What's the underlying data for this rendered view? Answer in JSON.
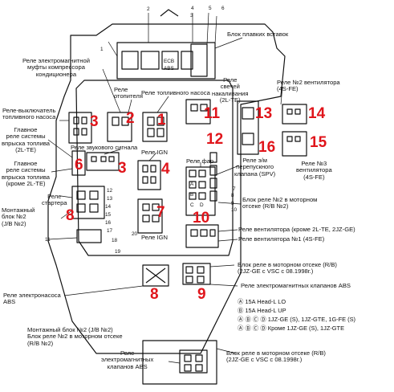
{
  "labels": {
    "fuse_block": "Блок плавких вставок",
    "compressor_clutch": "Реле электромагнитной\nмуфты компрессора\nкондиционера",
    "heater_relay": "Реле\nотопителя",
    "fuel_pump_relay": "Реле топливного насоса",
    "glow_relay": "Реле\nсвечей\nнакаливания\n(2L-TE)",
    "fan2_relay": "Реле №2 вентилятора\n(4S-FE)",
    "fuel_pump_switch": "Реле-выключатель\nтопливного насоса",
    "efi_main_2lte": "Главное\nреле системы\nвпрыска топлива\n(2L-TE)",
    "horn_relay": "Реле звукового сигнала",
    "efi_main_other": "Главное\nреле системы\nвпрыска топлива\n(кроме 2L-TE)",
    "ign_relay_top": "Реле IGN",
    "headlamp_relay": "Реле фар",
    "spv_relay": "Реле э/м\nперепускного\nклапана (SPV)",
    "fan3_relay": "Реле №3\nвентилятора\n(4S-FE)",
    "starter_relay": "Реле\nстартера",
    "jb2_top": "Монтажный\nблок №2\n(J/B №2)",
    "engine_rb2": "Блок реле №2 в моторном\nотсеке (R/B №2)",
    "fan_relay": "Реле вентилятора (кроме 2L-TE, 2JZ-GE)",
    "fan1_relay": "Реле вентилятора №1 (4S-FE)",
    "ign_relay_bottom": "Реле IGN",
    "engine_rb": "Блок реле в моторном отсеке (R/B)\n(2JZ-GE с VSC с 08.1998г.)",
    "abs_solenoid_relay": "Реле электромагнитных клапанов ABS",
    "abs_pump_relay": "Реле электронасоса\nABS",
    "jb2_rb2_bottom": "Монтажный блок №2 (J/B №2)\nБлок реле №2 в моторном отсеке\n(R/B №2)",
    "abs_solenoid_relay_bottom": "Реле\nэлектромагнитных\nклапанов ABS",
    "engine_rb_bottom": "Блок реле в моторном отсеке (R/B)\n(2JZ-GE с VSC с 08.1998г.)"
  },
  "legend": [
    "Ⓐ 15A Head-L LO",
    "Ⓑ 15A Head-L UP",
    "Ⓐ Ⓑ Ⓒ Ⓓ 1JZ-GE (S), 1JZ-GTE, 1G-FE (S)",
    "Ⓐ Ⓑ Ⓒ Ⓓ Кроме 1JZ-GE (S), 1JZ-GTE"
  ],
  "red_numbers": [
    "3",
    "2",
    "1",
    "11",
    "13",
    "14",
    "12",
    "16",
    "15",
    "6",
    "3",
    "4",
    "8",
    "7",
    "10",
    "8",
    "9"
  ],
  "callouts": [
    "1",
    "2",
    "3",
    "4",
    "5",
    "6",
    "7",
    "8",
    "9",
    "10",
    "11",
    "12",
    "13",
    "14",
    "15",
    "16",
    "17",
    "18",
    "19",
    "20"
  ],
  "box_marks": {
    "fuse_ecb": "ECB",
    "fuse_abs": "ABS",
    "circle_a": "A",
    "circle_b": "B",
    "circle_c": "C",
    "circle_d": "D"
  }
}
